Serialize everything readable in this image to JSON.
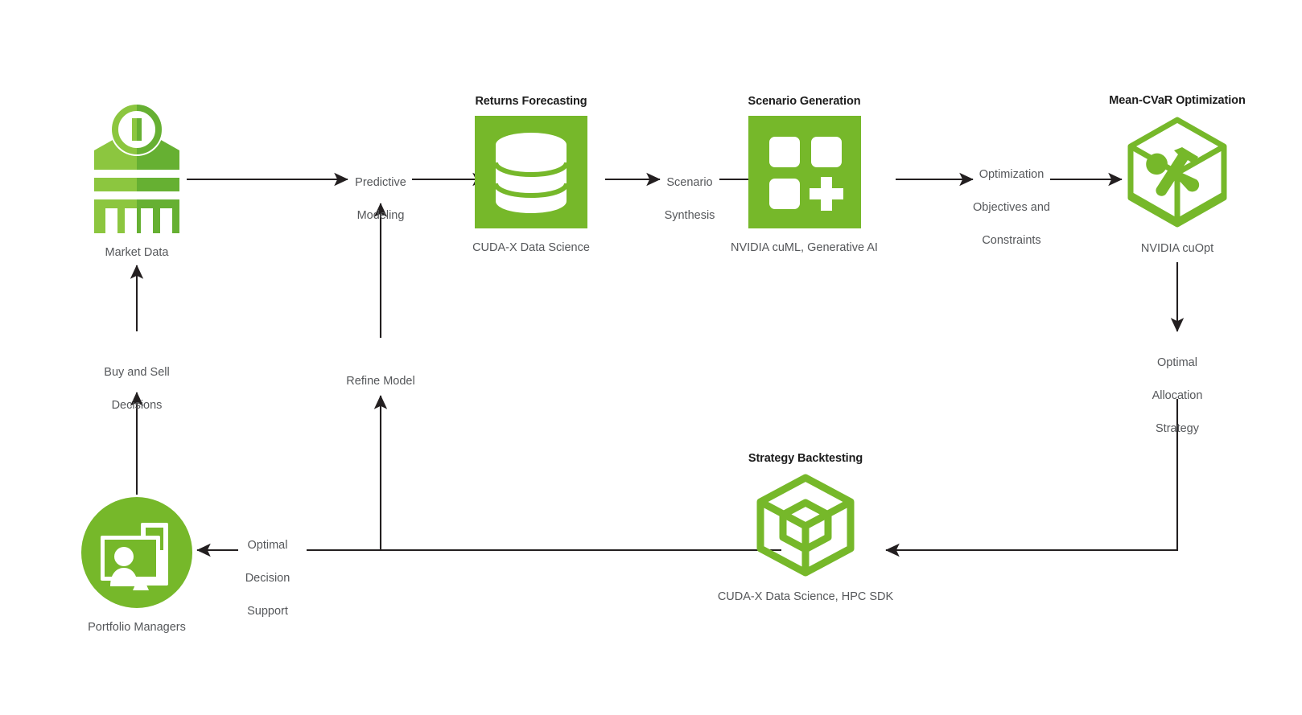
{
  "diagram": {
    "type": "flow-diagram",
    "title_style": "bold-dark",
    "colors": {
      "accent_green": "#76b82a",
      "accent_green_light": "#8cc63f",
      "accent_green_dark": "#66b032",
      "arrow": "#231f20",
      "label_text": "#55575a",
      "title_text": "#1c1c1c",
      "background": "#ffffff"
    },
    "nodes": [
      {
        "id": "market-data",
        "title": "",
        "caption": "Market Data",
        "icon": "bank-institution-icon"
      },
      {
        "id": "returns-forecasting",
        "title": "Returns Forecasting",
        "caption": "CUDA-X Data Science",
        "icon": "database-cylinder-icon"
      },
      {
        "id": "scenario-generation",
        "title": "Scenario Generation",
        "caption": "NVIDIA cuML, Generative AI",
        "icon": "grid-plus-icon"
      },
      {
        "id": "mean-cvar-optimization",
        "title": "Mean-CVaR Optimization",
        "caption": "NVIDIA cuOpt",
        "icon": "hexagon-tools-icon"
      },
      {
        "id": "strategy-backtesting",
        "title": "Strategy Backtesting",
        "caption": "CUDA-X Data Science, HPC SDK",
        "icon": "nested-cube-icon"
      },
      {
        "id": "portfolio-managers",
        "title": "",
        "caption": "Portfolio Managers",
        "icon": "person-at-monitor-icon"
      }
    ],
    "edge_labels": [
      {
        "id": "predictive-modeling",
        "lines": [
          "Predictive",
          "Modeling"
        ]
      },
      {
        "id": "scenario-synthesis",
        "lines": [
          "Scenario",
          "Synthesis"
        ]
      },
      {
        "id": "optimization-objectives",
        "lines": [
          "Optimization",
          "Objectives  and",
          "Constraints"
        ]
      },
      {
        "id": "optimal-allocation-strategy",
        "lines": [
          "Optimal",
          "Allocation",
          "Strategy"
        ]
      },
      {
        "id": "optimal-decision-support",
        "lines": [
          "Optimal",
          "Decision",
          "Support"
        ]
      },
      {
        "id": "buy-and-sell-decisions",
        "lines": [
          "Buy and Sell",
          "Decisions"
        ]
      },
      {
        "id": "refine-model",
        "lines": [
          "Refine Model"
        ]
      }
    ]
  }
}
